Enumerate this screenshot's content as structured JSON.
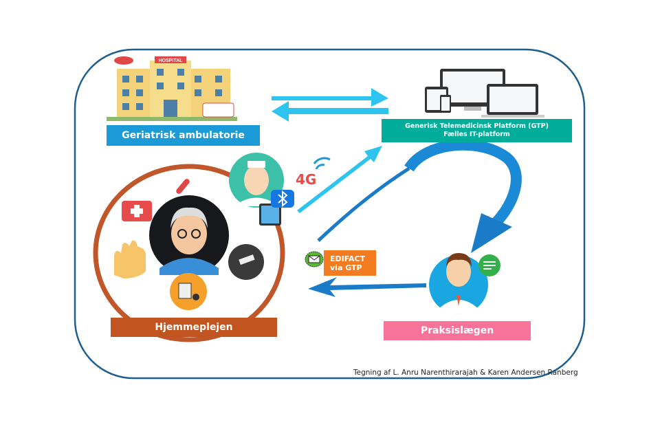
{
  "nodes": {
    "geriatric": {
      "label": "Geriatrisk ambulatorie",
      "color": "#1a9ad6"
    },
    "gtp": {
      "line1": "Generisk Telemedicinsk Platform (GTP)",
      "line2": "Fælles IT-platform",
      "color": "#00ad9a"
    },
    "home": {
      "label": "Hjemmeplejen",
      "color": "#c2541f"
    },
    "gp": {
      "label": "Praksislægen",
      "color": "#f7739a"
    }
  },
  "edifact": {
    "line1": "EDIFACT",
    "line2": "via GTP",
    "color": "#f47c20"
  },
  "hospital_sign": "HOSPITAL",
  "network_badge": "4G",
  "credit": "Tegning af L. Anru Narenthirarajah & Karen Andersen Ranberg",
  "colors": {
    "frame": "#1f5f8f",
    "cyan_arrow": "#2dc4f0",
    "blue_arrow": "#1a7cc8",
    "ring": "#c0562a"
  }
}
